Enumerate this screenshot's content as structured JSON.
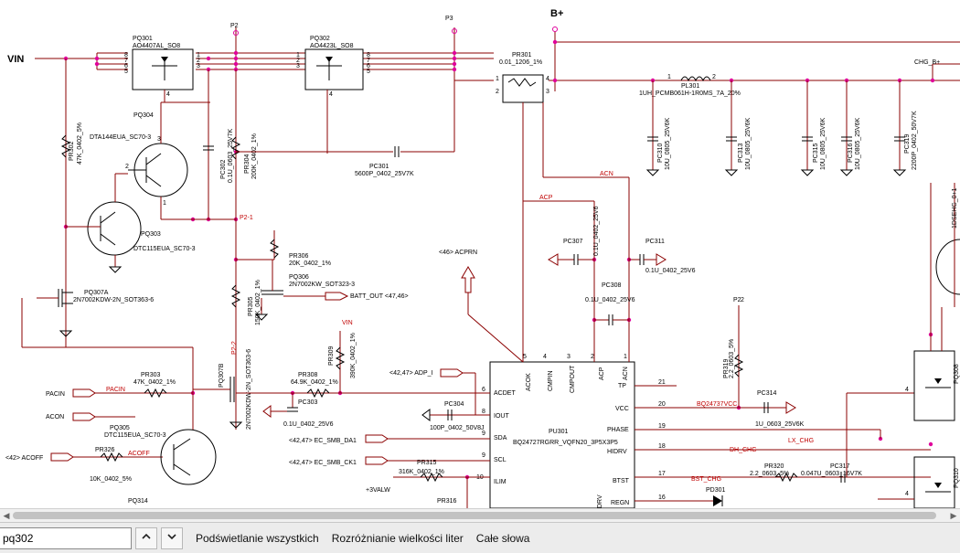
{
  "schematic": {
    "nets": {
      "vin": "VIN",
      "bplus": "B+",
      "p2": "P2",
      "p3": "P3",
      "p2_1": "P2-1",
      "p2_2": "P2-2",
      "chg_bplus": "CHG_B+",
      "acn": "ACN",
      "acp": "ACP",
      "vin_red": "VIN",
      "pacin": "PACIN",
      "acon": "ACON",
      "acoff": "ACOFF",
      "bq24737vcc": "BQ24737VCC",
      "lx_chg": "LX_CHG",
      "dh_chg": "DH_CHG",
      "bst_chg": "BST_CHG"
    },
    "offpage": {
      "acprn": "<46> ACPRN",
      "batt_out": "BATT_OUT <47,46>",
      "adp_i": "<42,47> ADP_I",
      "smb_da": "<42,47> EC_SMB_DA1",
      "smb_ck": "<42,47> EC_SMB_CK1",
      "acoff": "<42> ACOFF",
      "pacin": "PACIN",
      "acon": "ACON",
      "p3valw": "+3VALW"
    },
    "components": {
      "pq301_ref": "PQ301",
      "pq301_val": "AO4407AL_SO8",
      "pq302_ref": "PQ302",
      "pq302_val": "AO4423L_SO8",
      "pr301_ref": "PR301",
      "pr301_val": "0.01_1206_1%",
      "pl301_ref": "PL301",
      "pl301_val": "1UH_PCMB061H-1R0MS_7A_20%",
      "pr302": "PR302",
      "pr302_val": "47K_0402_5%",
      "pq304_ref": "PQ304",
      "pq304_val": "DTA144EUA_SC70-3",
      "pc302": "PC302",
      "pc302_val": "0.1U_0603_25V7K",
      "pr304": "PR304",
      "pr304_val": "200K_0402_1%",
      "pc301_ref": "PC301",
      "pc301_val": "5600P_0402_25V7K",
      "pq303_ref": "PQ303",
      "pq303_val": "DTC115EUA_SC70-3",
      "pq307a_ref": "PQ307A",
      "pq307a_val": "2N7002KDW-2N_SOT363-6",
      "pr306_ref": "PR306",
      "pr306_val": "20K_0402_1%",
      "pq306_ref": "PQ306",
      "pq306_val": "2N7002KW_SOT323-3",
      "pr305": "PR305",
      "pr305_val": "150K_0402_1%",
      "pc307": "PC307",
      "pc307_val": "0.1U_0402_25V6",
      "pc311": "PC311",
      "pc311_val": "0.1U_0402_25V6",
      "pc308": "PC308",
      "pc308_val": "0.1U_0402_25V6",
      "pc310": "PC310",
      "pc310_val": "10U_0805_25V6K",
      "pc313": "PC313",
      "pc313_val": "10U_0805_25V6K",
      "pc315": "PC315",
      "pc315_val": "10U_0805_25V6K",
      "pc316": "PC316",
      "pc316_val": "10U_0805_25V6K",
      "pc319": "PC319",
      "pc319_val": "2200P_0402_50V7K",
      "pr303_ref": "PR303",
      "pr303_val": "47K_0402_1%",
      "pq307b": "PQ307B",
      "pq307b_val": "2N7002KDW-2N_SOT363-6",
      "pr308_ref": "PR308",
      "pr308_val": "64.9K_0402_1%",
      "pr309": "PR309",
      "pr309_val": "390K_0402_1%",
      "pc303_ref": "PC303",
      "pc303_val": "0.1U_0402_25V6",
      "pc304_ref": "PC304",
      "pc304_val": "100P_0402_50V8J",
      "pq305_ref": "PQ305",
      "pq305_val": "DTC115EUA_SC70-3",
      "pr326_ref": "PR326",
      "pr326_val": "10K_0402_5%",
      "pq314_ref": "PQ314",
      "pr315_ref": "PR315",
      "pr315_val": "316K_0402_1%",
      "pr316_ref": "PR316",
      "pu301_ref": "PU301",
      "pu301_val": "BQ24727RGRR_VQFN20_3P5X3P5",
      "pr319": "PR319",
      "pr319_val": "2.2_0603_5%",
      "pc314_ref": "PC314",
      "pc314_val": "1U_0603_25V6K",
      "pr320_ref": "PR320",
      "pr320_val": "2.2_0603_5%",
      "pc317_ref": "PC317",
      "pc317_val": "0.047U_0603_16V7K",
      "pd301_ref": "PD301",
      "pq308": "PQ308",
      "pq310": "PQ310",
      "pc_right": "1DSEHG_0+1"
    },
    "ic_pins": {
      "acdet": "ACDET",
      "iout": "IOUT",
      "sda": "SDA",
      "scl": "SCL",
      "ilim": "ILIM",
      "acok": "ACOK",
      "cmpin": "CMPIN",
      "cmpout": "CMPOUT",
      "acp": "ACP",
      "acn": "ACN",
      "tp": "TP",
      "vcc": "VCC",
      "phase": "PHASE",
      "hidrv": "HIDRV",
      "btst": "BTST",
      "regn": "REGN",
      "drv": "DRV"
    }
  },
  "findbar": {
    "search_value": "pq302",
    "prev_label": "❮",
    "next_label": "❯",
    "highlight_all": "Podświetlanie wszystkich",
    "match_case": "Rozróżnianie wielkości liter",
    "whole_words": "Całe słowa"
  }
}
